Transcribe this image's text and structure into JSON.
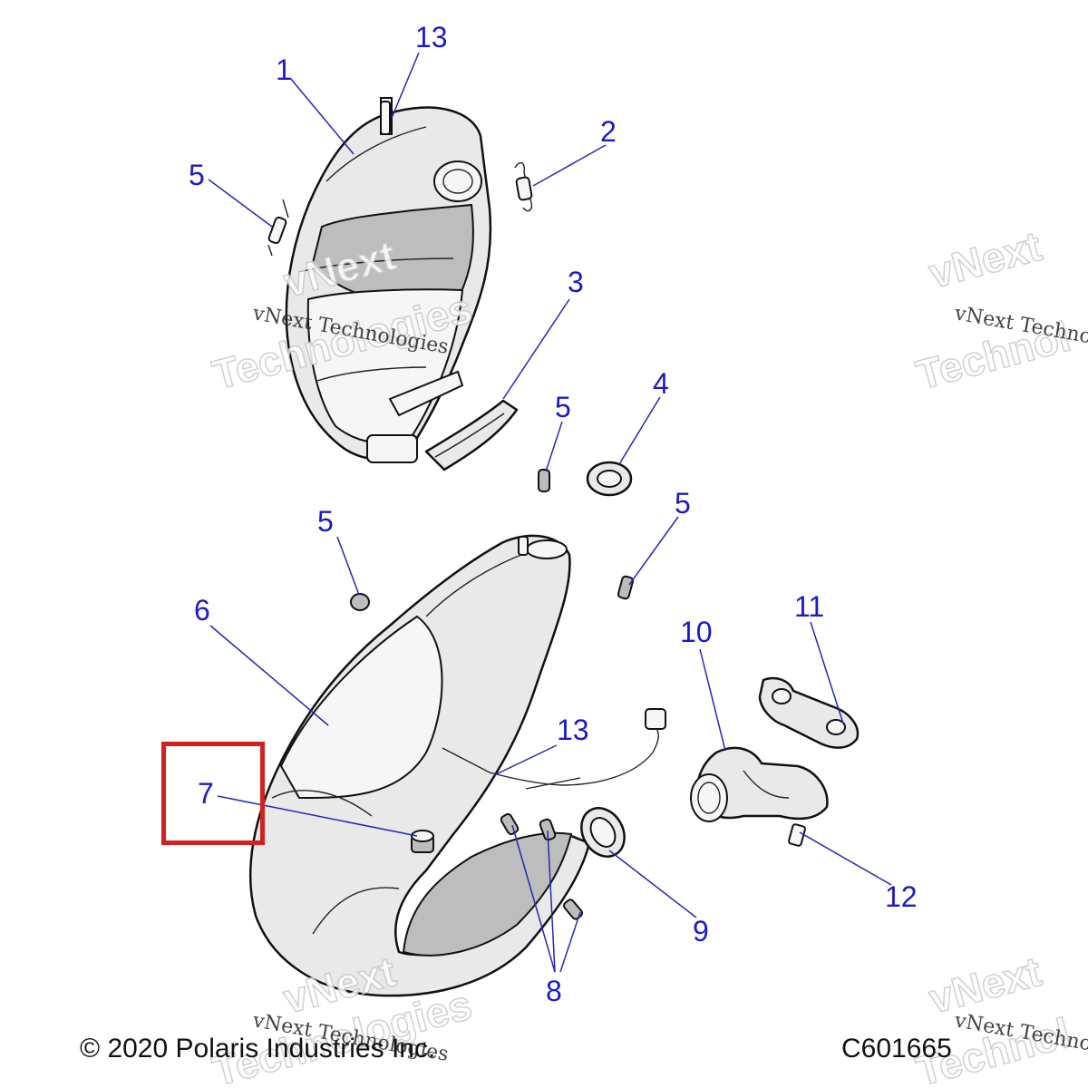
{
  "footer": {
    "copyright": "© 2020 Polaris Industries Inc.",
    "drawing_id": "C601665"
  },
  "watermark": {
    "line1": "vNext Technologies",
    "line2a": "vNext",
    "line2b": "Technologies",
    "right_line1": "vNext Techno",
    "right_line2": "Technol"
  },
  "callouts": [
    "1",
    "2",
    "3",
    "4",
    "5",
    "5",
    "5",
    "5",
    "6",
    "7",
    "8",
    "9",
    "10",
    "11",
    "12",
    "13",
    "13"
  ],
  "highlight": {
    "callout": "7",
    "color": "#d42020"
  },
  "colors": {
    "callout": "#1a1acc",
    "leader": "#2626b8"
  }
}
